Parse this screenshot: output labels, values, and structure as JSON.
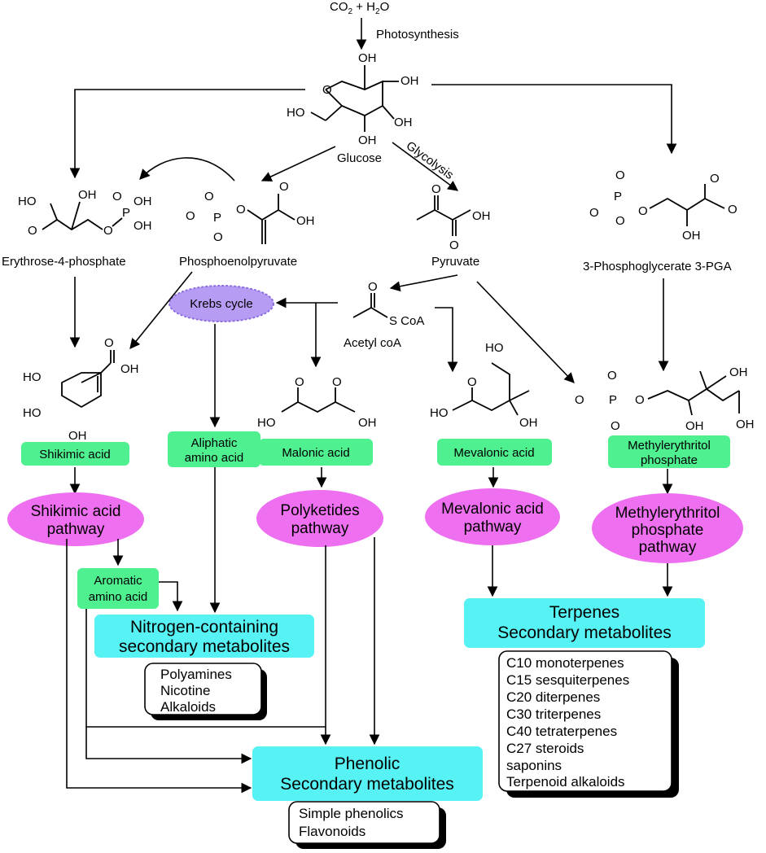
{
  "colors": {
    "green": "#4ef08f",
    "magenta": "#ee6ff0",
    "cyan": "#56f2f4",
    "krebs": "#b79cf4",
    "line": "#000000"
  },
  "top": {
    "co2_prefix": "CO",
    "co2_sub": "2",
    "co2_mid": " + H",
    "h2o_sub": "2",
    "h2o_suffix": "O",
    "photosynthesis": "Photosynthesis"
  },
  "glucose": {
    "name": "Glucose",
    "glycolysis": "Glycolysis",
    "oh": "OH",
    "ho": "HO",
    "o": "O"
  },
  "e4p": {
    "name": "Erythrose-4-phosphate",
    "ho": "HO",
    "oh": "OH",
    "o": "O",
    "p": "P"
  },
  "pep": {
    "name": "Phosphoenolpyruvate",
    "o": "O",
    "p": "P",
    "oh": "OH",
    "minus": "-"
  },
  "pyruvate": {
    "name": "Pyruvate",
    "o": "O",
    "oh": "OH"
  },
  "pga": {
    "name": "3-Phosphoglycerate 3-PGA",
    "o": "O",
    "p": "P",
    "oh": "OH",
    "minus": "-"
  },
  "acetyl": {
    "name": "Acetyl coA",
    "s_coa": "S  CoA",
    "o": "O"
  },
  "krebs": {
    "label": "Krebs cycle"
  },
  "shikimic": {
    "label": "Shikimic acid",
    "pathway": [
      "Shikimic acid",
      "pathway"
    ],
    "ho": "HO",
    "oh": "OH",
    "o": "O"
  },
  "aliphatic": {
    "label": [
      "Aliphatic",
      "amino acid"
    ]
  },
  "malonic": {
    "label": "Malonic acid",
    "ho": "HO",
    "oh": "OH",
    "o": "O"
  },
  "mevalonic": {
    "label": "Mevalonic acid",
    "pathway": [
      "Mevalonic acid",
      "pathway"
    ],
    "ho": "HO",
    "oh": "OH",
    "o": "O"
  },
  "mep": {
    "label": [
      "Methylerythritol",
      "phosphate"
    ],
    "pathway": [
      "Methylerythritol",
      "phosphate",
      "pathway"
    ],
    "o": "O",
    "p": "P",
    "oh": "OH",
    "minus": "-"
  },
  "polyketides": {
    "pathway": [
      "Polyketides",
      "pathway"
    ]
  },
  "aromatic": {
    "label": [
      "Aromatic",
      "amino acid"
    ]
  },
  "nitrogen": {
    "title": [
      "Nitrogen-containing",
      "secondary metabolites"
    ],
    "list": [
      "Polyamines",
      "Nicotine",
      "Alkaloids"
    ]
  },
  "terpenes": {
    "title": [
      "Terpenes",
      "Secondary metabolites"
    ],
    "list": [
      "C10 monoterpenes",
      "C15 sesquiterpenes",
      "C20 diterpenes",
      "C30 triterpenes",
      "C40 tetraterpenes",
      "C27 steroids",
      "saponins",
      "Terpenoid alkaloids"
    ]
  },
  "phenolic": {
    "title": [
      "Phenolic",
      "Secondary metabolites"
    ],
    "list": [
      "Simple phenolics",
      "Flavonoids"
    ]
  }
}
